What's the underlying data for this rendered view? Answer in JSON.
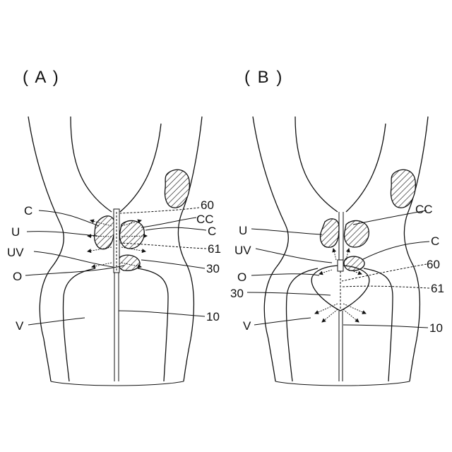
{
  "panels": {
    "a": {
      "title": "( A )",
      "labels": {
        "C_left": "C",
        "U": "U",
        "UV": "UV",
        "O": "O",
        "V": "V",
        "n60": "60",
        "CC": "CC",
        "C_right": "C",
        "n61": "61",
        "n30": "30",
        "n10": "10"
      }
    },
    "b": {
      "title": "( B )",
      "labels": {
        "U": "U",
        "UV": "UV",
        "O": "O",
        "n30": "30",
        "V": "V",
        "CC": "CC",
        "C": "C",
        "n60": "60",
        "n61": "61",
        "n10": "10"
      }
    }
  }
}
